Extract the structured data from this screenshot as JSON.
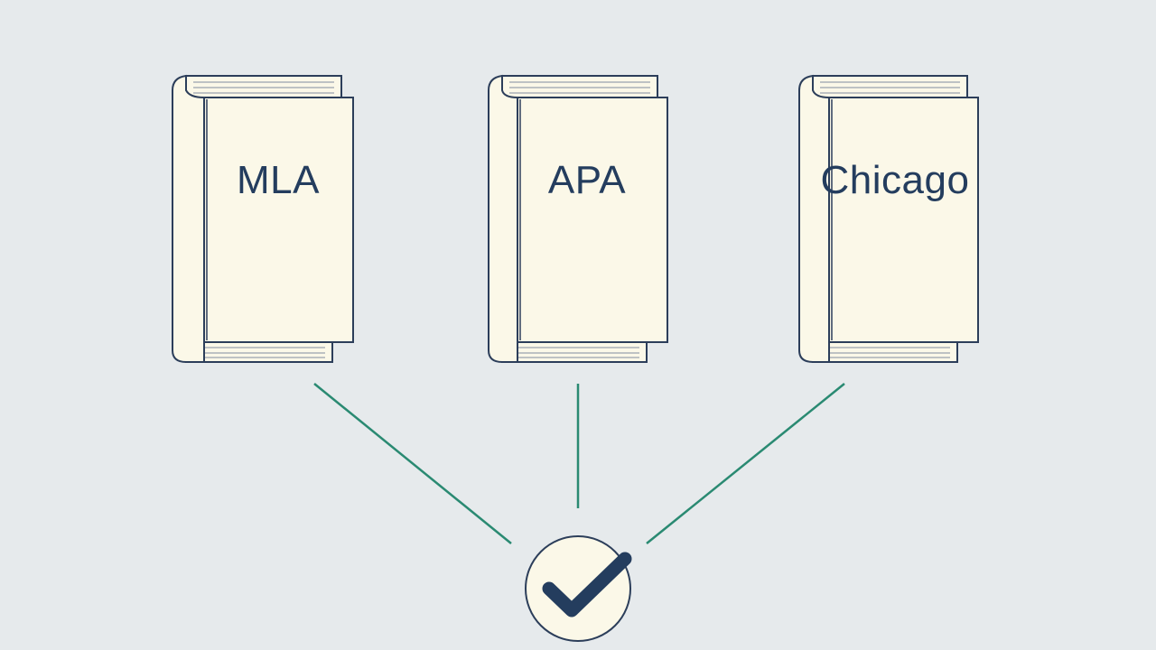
{
  "colors": {
    "background": "#e6eaec",
    "book_cover": "#fbf8e8",
    "book_outline": "#2c3e5a",
    "page_lines": "#a9b0b8",
    "connector": "#2a8a72",
    "check_circle_fill": "#fbf8e8",
    "check_mark": "#243d5e"
  },
  "books": [
    {
      "label": "MLA",
      "icon": "book-icon"
    },
    {
      "label": "APA",
      "icon": "book-icon"
    },
    {
      "label": "Chicago",
      "icon": "book-icon"
    }
  ],
  "target": {
    "icon": "checkmark-circle-icon"
  }
}
